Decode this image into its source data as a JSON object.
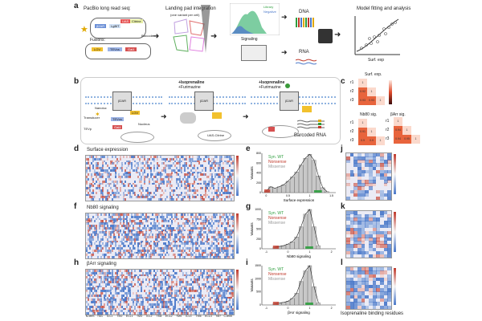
{
  "panels": {
    "a": "a",
    "b": "b",
    "c": "c",
    "d": "d",
    "e": "e",
    "f": "f",
    "g": "g",
    "h": "h",
    "i": "i",
    "j": "j",
    "k": "k",
    "l": "l"
  },
  "a": {
    "pacbio_title": "PacBio long read seq:",
    "fusions": "Fusions:",
    "barcode": "Barcode",
    "bc_parts": [
      "β2AR",
      "LgBiT",
      "UAS",
      "Citrine"
    ],
    "fusion_parts": [
      "LOV",
      "TEVcs",
      "Gal4"
    ],
    "landing_title": "Landing pad integration",
    "landing_sub": "(one variant per cell)",
    "hist_legend": [
      "Library",
      "Negative"
    ],
    "signaling": "Signaling",
    "dna": "DNA",
    "rna": "RNA",
    "model_title": "Model fitting and analysis",
    "surf_exp": "Surf. exp"
  },
  "b": {
    "stage2_add": [
      "+Isoprenaline",
      "+Furimazine"
    ],
    "stage3_add": [
      "+Isoprenaline",
      "+Furimazine"
    ],
    "receptor": "β2AR",
    "parts": [
      "LOV",
      "TEVcs",
      "Gal4",
      "Nanoluc",
      "TEVp",
      "Transducer",
      "Nucleus",
      "UAS-Citrine"
    ],
    "barcoded_rna": "Barcoded RNA"
  },
  "c": {
    "surf_title": "Surf. exp.",
    "nb80_title": "Nb80 sig.",
    "barr_title": "βArr sig.",
    "rows": [
      "r1",
      "r2",
      "r3"
    ],
    "surf_vals": [
      [
        "1",
        "",
        ""
      ],
      [
        "0.92",
        "1",
        ""
      ],
      [
        "0.93",
        "0.93",
        "1"
      ]
    ],
    "nb80_vals": [
      [
        "1",
        "",
        ""
      ],
      [
        "0.91",
        "1",
        ""
      ],
      [
        "0.9",
        "0.9",
        "1"
      ]
    ],
    "barr_vals": [
      [
        "1",
        "",
        ""
      ],
      [
        "0.94",
        "1",
        ""
      ],
      [
        "0.94",
        "0.95",
        "1"
      ]
    ]
  },
  "d": {
    "title": "Surface expression"
  },
  "f": {
    "title": "Nb80 signaling"
  },
  "h": {
    "title": "βArr signaling"
  },
  "tm_labels": [
    "N-term",
    "TM1",
    "ICL1",
    "TM2",
    "ECL1",
    "TM3",
    "ICL2",
    "TM4",
    "ECL2",
    "TM5",
    "ICL3",
    "TM6",
    "ECL3",
    "TM7",
    "C-term"
  ],
  "legend": {
    "syn": "Syn. WT",
    "non": "Nonsense",
    "mis": "Missense"
  },
  "e": {
    "ylabel": "Variants",
    "xlabel": "Surface expression",
    "xticks": [
      "0",
      "0.5",
      "1",
      "1.5"
    ],
    "yticks": [
      "0",
      "200",
      "400",
      "600",
      "800"
    ]
  },
  "g": {
    "ylabel": "Variants",
    "xlabel": "Nb80 signaling",
    "xticks": [
      "-1",
      "0",
      "1",
      "2"
    ],
    "yticks": [
      "0",
      "250",
      "500",
      "750",
      "1000"
    ]
  },
  "i": {
    "ylabel": "Variants",
    "xlabel": "βArr signaling",
    "xticks": [
      "-1",
      "0",
      "1",
      "2"
    ],
    "yticks": [
      "0",
      "500",
      "1000",
      "1500"
    ]
  },
  "l_caption": "Isoprenaline binding residues",
  "colors": {
    "red": "#c0392b",
    "blue": "#4a78c9",
    "green": "#2e9e3e",
    "gray": "#999999"
  },
  "chart_data": [
    {
      "type": "bar",
      "panel": "e",
      "xlabel": "Surface expression",
      "ylabel": "Variants",
      "x": [
        0,
        0.1,
        0.2,
        0.3,
        0.4,
        0.5,
        0.6,
        0.7,
        0.8,
        0.9,
        1.0,
        1.1,
        1.2,
        1.3,
        1.4
      ],
      "values": [
        30,
        120,
        90,
        120,
        160,
        230,
        320,
        420,
        560,
        700,
        780,
        660,
        340,
        100,
        20
      ],
      "ylim": [
        0,
        800
      ],
      "xlim": [
        -0.1,
        1.6
      ]
    },
    {
      "type": "bar",
      "panel": "g",
      "xlabel": "Nb80 signaling",
      "ylabel": "Variants",
      "x": [
        -0.6,
        -0.4,
        -0.2,
        0,
        0.2,
        0.4,
        0.6,
        0.8,
        1.0,
        1.2,
        1.4
      ],
      "values": [
        40,
        60,
        80,
        120,
        180,
        300,
        560,
        880,
        1000,
        560,
        80
      ],
      "ylim": [
        0,
        1000
      ],
      "xlim": [
        -1.2,
        2.2
      ]
    },
    {
      "type": "bar",
      "panel": "i",
      "xlabel": "βArr signaling",
      "ylabel": "Variants",
      "x": [
        -0.6,
        -0.4,
        -0.2,
        0,
        0.2,
        0.4,
        0.6,
        0.8,
        1.0,
        1.2,
        1.4
      ],
      "values": [
        50,
        70,
        100,
        140,
        250,
        450,
        900,
        1300,
        1500,
        700,
        80
      ],
      "ylim": [
        0,
        1500
      ],
      "xlim": [
        -1.2,
        2.2
      ]
    }
  ]
}
